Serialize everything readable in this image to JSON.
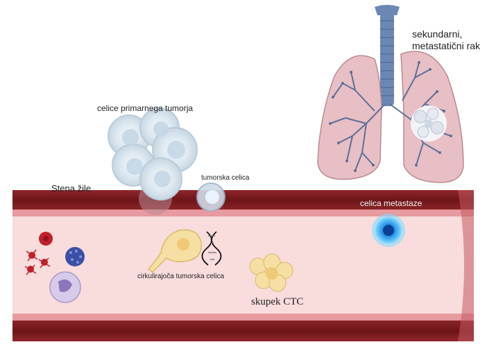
{
  "labels": {
    "secondary_cancer_line1": "sekundarni,",
    "secondary_cancer_line2": "metastatični rak",
    "primary_tumor": "celice primarnega tumorja",
    "vessel_wall": "Stena žile",
    "tumor_cell": "tumorska celica",
    "metastasis_cell": "celica metastaze",
    "circulating_tumor_cell": "cirkulirajoča tumorska celica",
    "ctc_cluster": "skupek CTC"
  },
  "colors": {
    "vessel_wall": "#7a1a1f",
    "vessel_lumen": "#f9dcdc",
    "lung": "#e8bfc4",
    "trachea": "#6d87b5",
    "metastasis_cell": "#23a3f0",
    "ctc": "#f6dfa3"
  }
}
